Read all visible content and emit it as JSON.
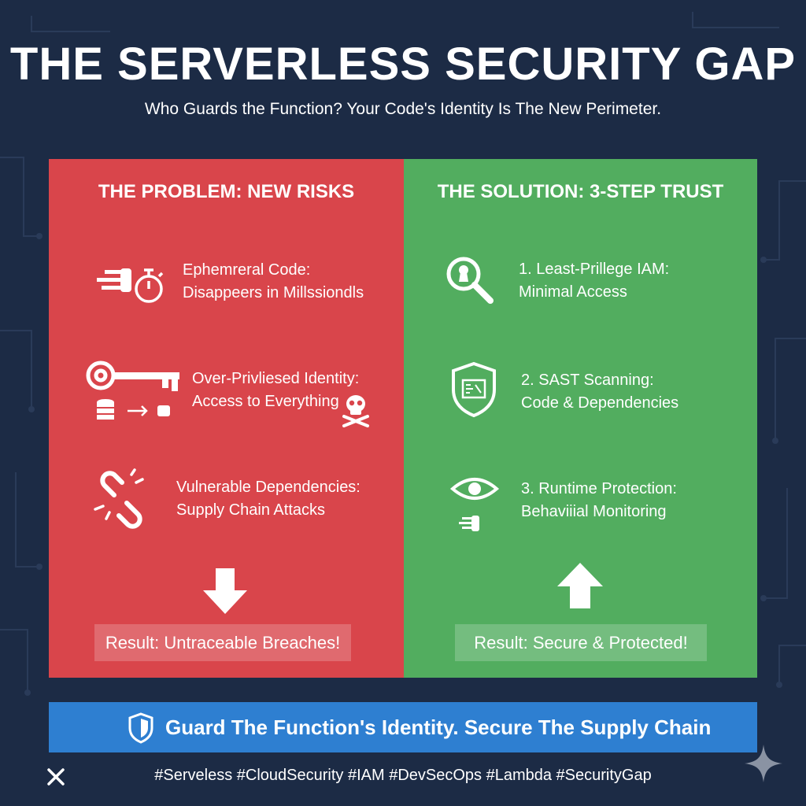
{
  "title": "THE SERVERLESS SECURITY GAP",
  "subtitle": "Who Guards the Function? Your Code's Identity Is The New Perimeter.",
  "problem": {
    "heading": "THE PROBLEM: NEW RISKS",
    "items": [
      {
        "line1": "Ephemreral Code:",
        "line2": "Disappeers in Millssiondls",
        "icon": "stopwatch-icon"
      },
      {
        "line1": "Over-Privliesed Identity:",
        "line2": "Access to Everything",
        "icon": "key-icon"
      },
      {
        "line1": "Vulnerable Dependencies:",
        "line2": "Supply Chain Attacks",
        "icon": "broken-chain-icon"
      }
    ],
    "result": "Result: Untraceable Breaches!"
  },
  "solution": {
    "heading": "THE SOLUTION: 3-STEP TRUST",
    "items": [
      {
        "line1": "1. Least-Prillege IAM:",
        "line2": "Minimal Access",
        "icon": "magnifier-lock-icon"
      },
      {
        "line1": "2. SAST Scanning:",
        "line2": "Code & Dependencies",
        "icon": "shield-code-icon"
      },
      {
        "line1": "3. Runtime Protection:",
        "line2": "Behaviiial Monitoring",
        "icon": "eye-icon"
      }
    ],
    "result": "Result: Secure & Protected!"
  },
  "banner": "Guard The Function's Identity. Secure The Supply Chain",
  "hashtags": "#Serveless #CloudSecurity #IAM #DevSecOps #Lambda #SecurityGap",
  "colors": {
    "background": "#1c2b45",
    "problem": "#d9454b",
    "solution": "#52ad5f",
    "banner": "#2e7fd1"
  }
}
